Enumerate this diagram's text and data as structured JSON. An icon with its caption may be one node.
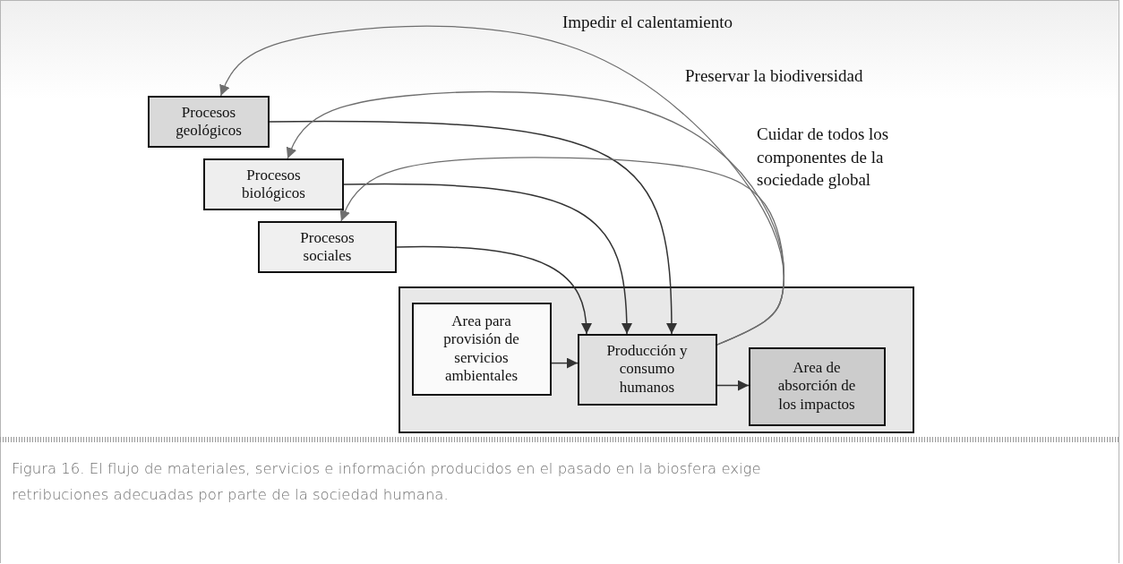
{
  "diagram": {
    "caption": "Figura 16. El flujo de materiales, servicios e información producidos en el pasado en la biosfera exige retribuciones adecuadas por parte de la sociedad humana.",
    "nodes": [
      {
        "text": [
          "Procesos geológicos"
        ]
      },
      {
        "text": [
          "Procesos biológicos"
        ]
      },
      {
        "text": [
          "Procesos sociales"
        ]
      },
      {
        "text": [],
        "shape": "box"
      },
      {
        "text": [
          "Area para provisión de servicios ambientales"
        ],
        "in": 3
      },
      {
        "text": [
          "Producción y consumo humanos"
        ],
        "in": 3
      },
      {
        "text": [
          "Area de absorción de los impactos"
        ],
        "in": 3
      }
    ],
    "edges": [
      {
        "from": 0,
        "to": 5,
        "arrow": "to"
      },
      {
        "from": 1,
        "to": 5,
        "arrow": "to"
      },
      {
        "from": 2,
        "to": 5,
        "arrow": "to"
      },
      {
        "from": 5,
        "to": 0,
        "arrow": "to",
        "color": "#6e6e6e"
      },
      {
        "from": 5,
        "to": 1,
        "arrow": "to",
        "color": "#6e6e6e"
      },
      {
        "from": 5,
        "to": 2,
        "arrow": "to",
        "color": "#6e6e6e"
      },
      {
        "from": 4,
        "to": 5,
        "arrow": "to"
      },
      {
        "from": 5,
        "to": 6,
        "arrow": "to"
      }
    ],
    "labels": [
      "Impedir el calentamiento",
      "Preservar la biodiversidad",
      "Cuidar de todos los componentes de la sociedade global"
    ]
  }
}
